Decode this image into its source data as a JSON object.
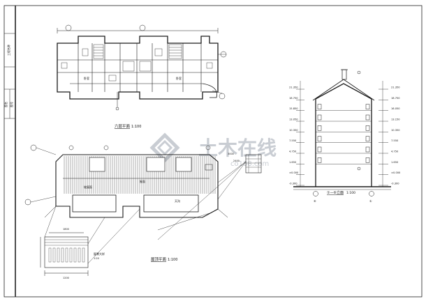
{
  "drawing": {
    "top_plan_title": "六层平面",
    "top_plan_scale": "1:100",
    "roof_plan_title": "屋顶平面",
    "roof_plan_scale": "1:100",
    "section_title": "①—⑥立面",
    "section_scale": "1:100",
    "title_block_labels": [
      "工程名称",
      "图名",
      "图号"
    ],
    "room_label": "卧室",
    "roof_labels": [
      "屋面",
      "坡屋面",
      "天沟"
    ],
    "roof_dim_labels": [
      "3000",
      "2400",
      "1800",
      "1200"
    ],
    "detail_label": "屋脊大样",
    "detail_scale": "1:20"
  },
  "elevations_left": [
    "21.350",
    "18.750",
    "15.850",
    "13.050",
    "10.350",
    "7.550",
    "4.750",
    "1.650",
    "±0.000",
    "-0.300"
  ],
  "elevations_right": [
    "21.350",
    "18.750",
    "16.050",
    "13.150",
    "10.350",
    "7.550",
    "4.750",
    "1.650",
    "±0.000",
    "-0.300"
  ],
  "axis_labels": [
    "⑥",
    "①"
  ],
  "watermark": {
    "cn": "土木在线",
    "en": "co188.com"
  },
  "colors": {
    "line": "#1a1a1a",
    "watermark": "#c9cdd3"
  }
}
